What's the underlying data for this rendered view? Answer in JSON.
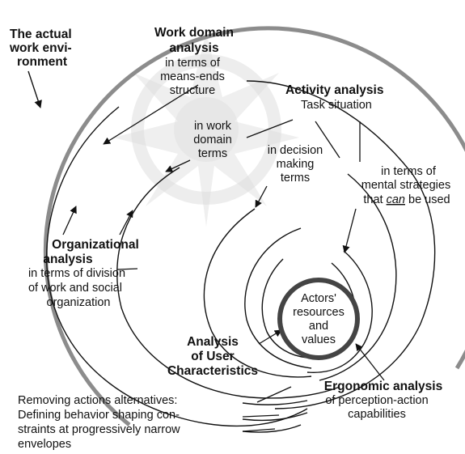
{
  "colors": {
    "ink": "#111111",
    "ring": "#8c8c8c",
    "center_ring": "#444444"
  },
  "diagram": {
    "outer_label": [
      "The actual",
      "work envi-",
      "ronment"
    ],
    "work_domain": {
      "title": [
        "Work domain",
        "analysis"
      ],
      "desc": [
        "in terms of",
        "means-ends",
        "structure"
      ]
    },
    "activity": {
      "title": "Activity analysis",
      "subtitle": "Task situation",
      "domain_terms": [
        "in work",
        "domain",
        "terms"
      ],
      "decision_terms": [
        "in decision",
        "making",
        "terms"
      ],
      "strategies": [
        "in terms of",
        "mental strategies"
      ],
      "strategies_last_prefix": "that ",
      "strategies_last_em": "can",
      "strategies_last_suffix": " be used"
    },
    "organizational": {
      "title": [
        "Organizational",
        "analysis"
      ],
      "desc": [
        "in terms of division",
        "of work and social",
        "organization"
      ]
    },
    "user": {
      "title": [
        "Analysis",
        "of User",
        "Characteristics"
      ]
    },
    "center": [
      "Actors'",
      "resources",
      "and",
      "values"
    ],
    "ergonomic": {
      "title": "Ergonomic analysis",
      "desc": [
        "of perception-action",
        "capabilities"
      ]
    },
    "bottom_note": [
      "Removing actions alternatives:",
      "Defining behavior shaping con-",
      "straints at progressively narrow",
      "envelopes"
    ]
  }
}
